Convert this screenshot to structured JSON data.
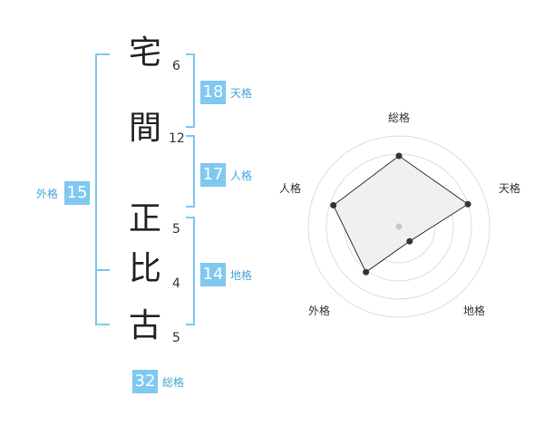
{
  "name": {
    "chars": [
      {
        "char": "宅",
        "strokes": "6"
      },
      {
        "char": "間",
        "strokes": "12"
      },
      {
        "char": "正",
        "strokes": "5"
      },
      {
        "char": "比",
        "strokes": "4"
      },
      {
        "char": "古",
        "strokes": "5"
      }
    ]
  },
  "kaku": {
    "ten": {
      "value": "18",
      "label": "天格"
    },
    "jin": {
      "value": "17",
      "label": "人格"
    },
    "chi": {
      "value": "14",
      "label": "地格"
    },
    "gai": {
      "value": "15",
      "label": "外格"
    },
    "sou": {
      "value": "32",
      "label": "総格"
    }
  },
  "radar": {
    "axes": [
      "総格",
      "天格",
      "地格",
      "外格",
      "人格"
    ],
    "values": [
      0.78,
      0.8,
      0.2,
      0.62,
      0.76
    ],
    "colors": {
      "fill": "#f0f0f0",
      "ring": "#dddddd",
      "line": "#333333",
      "center": "#c8c8c8"
    }
  },
  "colors": {
    "bracket": "#7fc8f0",
    "badge": "#7fc8f0",
    "label": "#4aa3d8"
  }
}
